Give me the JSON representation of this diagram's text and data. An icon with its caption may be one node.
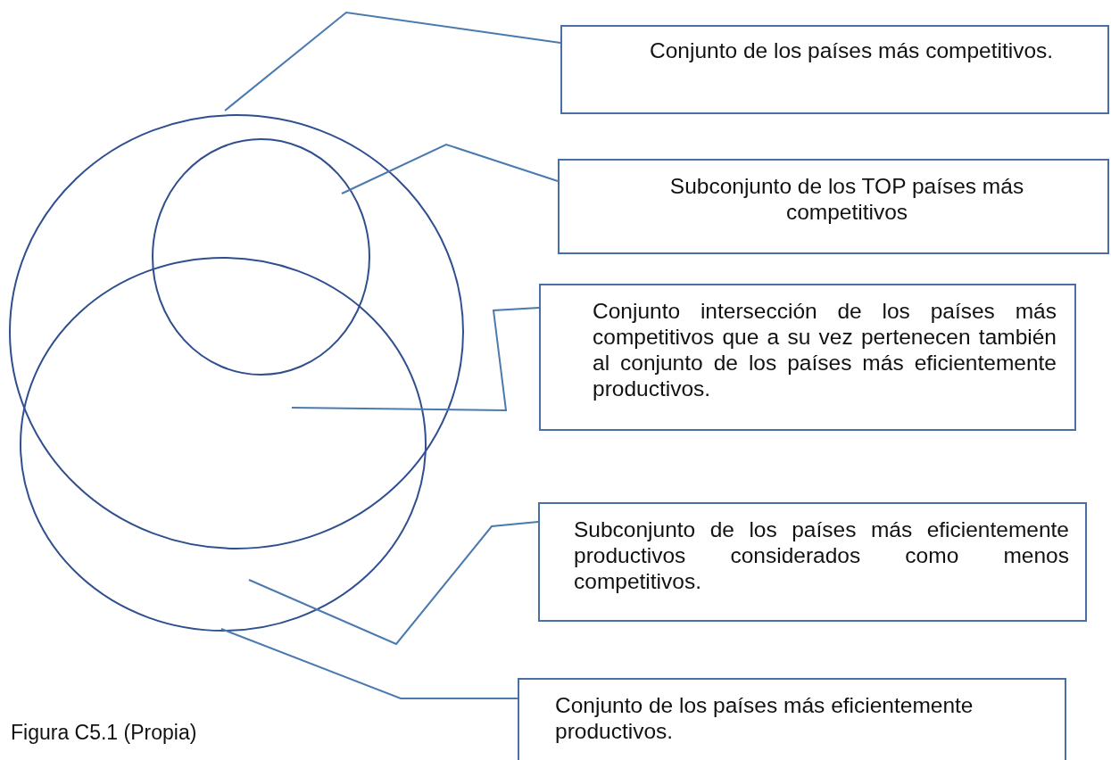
{
  "diagram": {
    "caption": "Figura C5.1 (Propia)",
    "nodes": [
      {
        "text": [],
        "shape": "circle"
      },
      {
        "text": [],
        "shape": "circle",
        "in": 0
      },
      {
        "text": [],
        "shape": "circle"
      },
      {
        "text": [
          "Conjunto de los países más competitivos."
        ]
      },
      {
        "text": [
          "Subconjunto de los TOP países más competitivos"
        ]
      },
      {
        "text": [
          "Conjunto intersección de los países más competitivos que a su vez pertenecen también al conjunto de los países más eficientemente productivos."
        ]
      },
      {
        "text": [
          "Subconjunto de los países más eficientemente productivos considerados como menos competitivos."
        ]
      },
      {
        "text": [
          "Conjunto de los países más eficientemente productivos."
        ]
      }
    ],
    "edges": [
      {
        "from": 3,
        "to": 0,
        "arrow": "none"
      },
      {
        "from": 4,
        "to": 1,
        "arrow": "none"
      },
      {
        "from": 5,
        "to": 2,
        "arrow": "none"
      },
      {
        "from": 6,
        "to": 2,
        "arrow": "none"
      },
      {
        "from": 7,
        "to": 2,
        "arrow": "none"
      }
    ]
  }
}
